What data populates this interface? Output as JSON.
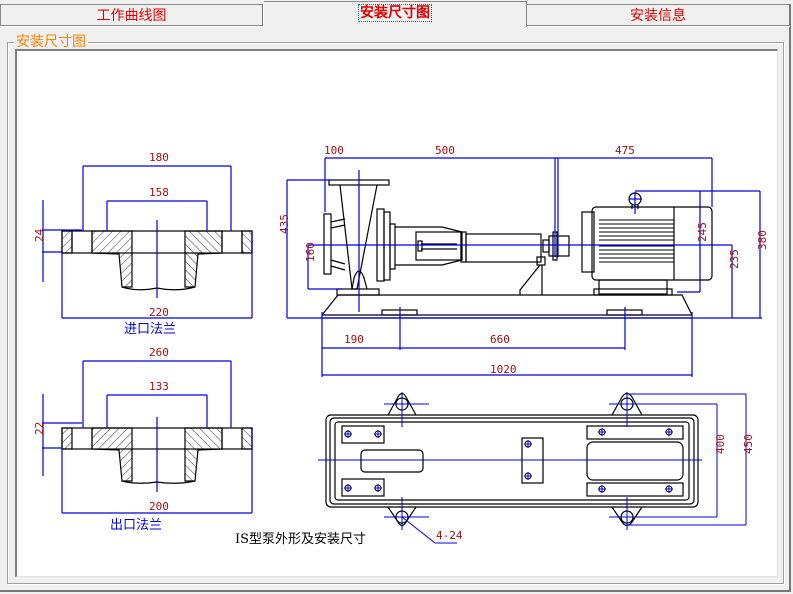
{
  "tabs": [
    {
      "label": "工作曲线图",
      "active": false
    },
    {
      "label": "安装尺寸图",
      "active": true
    },
    {
      "label": "安装信息",
      "active": false
    }
  ],
  "group": {
    "title": "安装尺寸图"
  },
  "colors": {
    "tab_text": "#e00000",
    "group_title": "#ff8000",
    "dimension_line": "#0000e0",
    "dimension_text": "#a01010",
    "outline": "#000000"
  },
  "drawing": {
    "title": "IS型泵外形及安装尺寸",
    "inlet_flange": {
      "caption": "进口法兰",
      "bolt_circle": "180",
      "raised_face": "158",
      "outer_diameter": "220",
      "thickness": "24"
    },
    "outlet_flange": {
      "caption": "出口法兰",
      "bolt_circle": "260",
      "raised_face": "133",
      "outer_diameter": "200",
      "thickness": "22"
    },
    "side_view": {
      "top_dims": [
        "100",
        "500",
        "475"
      ],
      "total_height": "435",
      "inlet_height": "160",
      "motor_height": "245",
      "shaft_height": "235",
      "overall_height": "380",
      "base_dims": [
        "190",
        "660"
      ],
      "base_length": "1020"
    },
    "top_view": {
      "bolt_spacing": "400",
      "base_width": "450",
      "bolt_holes": "4-24"
    }
  }
}
